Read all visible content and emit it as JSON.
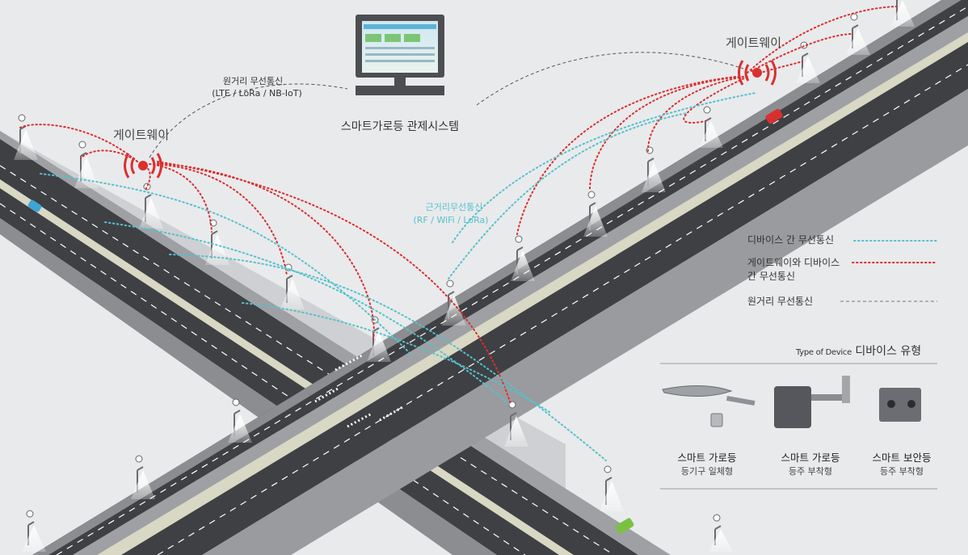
{
  "diagram": {
    "system_label": "스마트가로등 관제시스템",
    "long_range": {
      "line1": "원거리 무선통신",
      "line2": "(LTE / LoRa / NB-IoT)"
    },
    "short_range": {
      "line1": "근거리무선통신",
      "line2": "(RF / WiFi / LoRa)"
    },
    "gateway_left": "게이트웨이",
    "gateway_right": "게이트웨이"
  },
  "legend": {
    "items": [
      {
        "label": "디바이스 간 무선통신",
        "color": "#54c2cc"
      },
      {
        "label1": "게이트웨이와 디바이스",
        "label2": "간 무선통신",
        "color": "#d9302f"
      },
      {
        "label": "원거리 무선통신",
        "color": "#555555"
      }
    ]
  },
  "device_types": {
    "title_small": "Type of Device",
    "title": "디바이스 유형",
    "items": [
      {
        "name": "스마트 가로등",
        "sub": "등기구 일체형"
      },
      {
        "name": "스마트 가로등",
        "sub": "등주 부착형"
      },
      {
        "name": "스마트 보안등",
        "sub": "등주 부착형"
      }
    ]
  },
  "colors": {
    "accent_red": "#d9302f",
    "accent_teal": "#54c2cc",
    "road": "#3f4044"
  }
}
